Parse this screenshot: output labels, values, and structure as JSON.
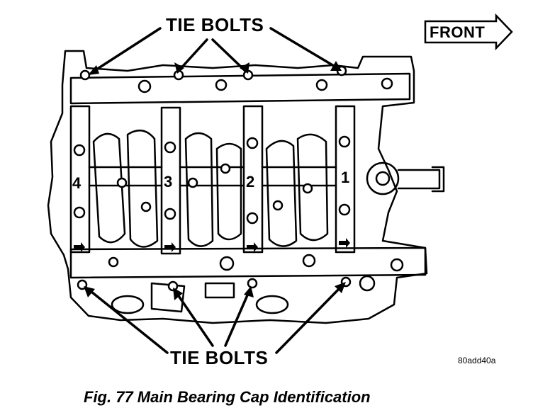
{
  "callouts": {
    "top_label": "TIE BOLTS",
    "bottom_label": "TIE BOLTS"
  },
  "front_indicator": {
    "label": "FRONT",
    "icon": "arrow-right-outline-icon"
  },
  "cap_numbers": [
    "4",
    "3",
    "2",
    "1"
  ],
  "reference_code": "80add40a",
  "caption": "Fig. 77 Main Bearing Cap Identification",
  "colors": {
    "ink": "#000000",
    "paper": "#ffffff"
  }
}
